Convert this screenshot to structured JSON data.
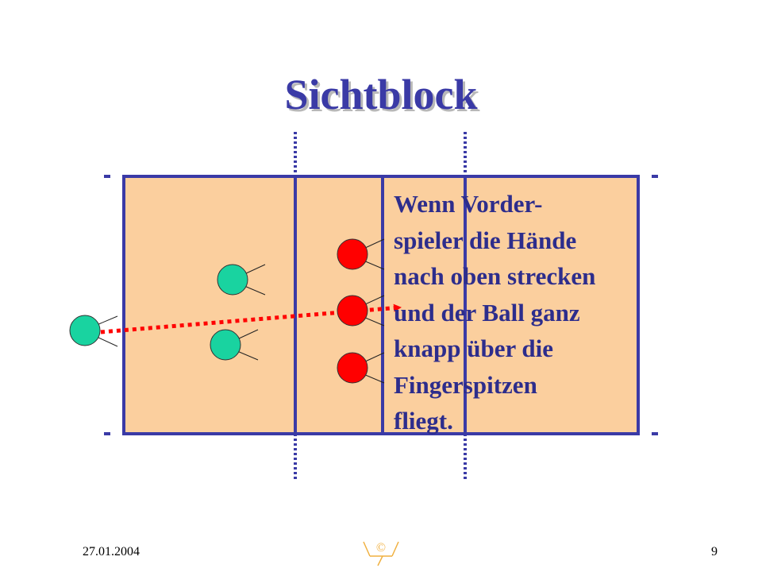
{
  "slide": {
    "title": "Sichtblock",
    "caption_lines": [
      "Wenn Vorder-",
      "spieler die Hände",
      "nach oben strecken",
      "und der Ball ganz",
      "knapp über die",
      "Fingerspitzen",
      "fliegt."
    ],
    "date": "27.01.2004",
    "page_number": "9",
    "logo_text": "©"
  },
  "colors": {
    "court_fill": "#fbcf9e",
    "court_line": "#3a3aa6",
    "title": "#3a3aa6",
    "caption": "#2d2d8c",
    "team_green": "#19d3a0",
    "team_red": "#ff0000",
    "ball_path": "#ff0000",
    "logo": "#f0b040"
  }
}
